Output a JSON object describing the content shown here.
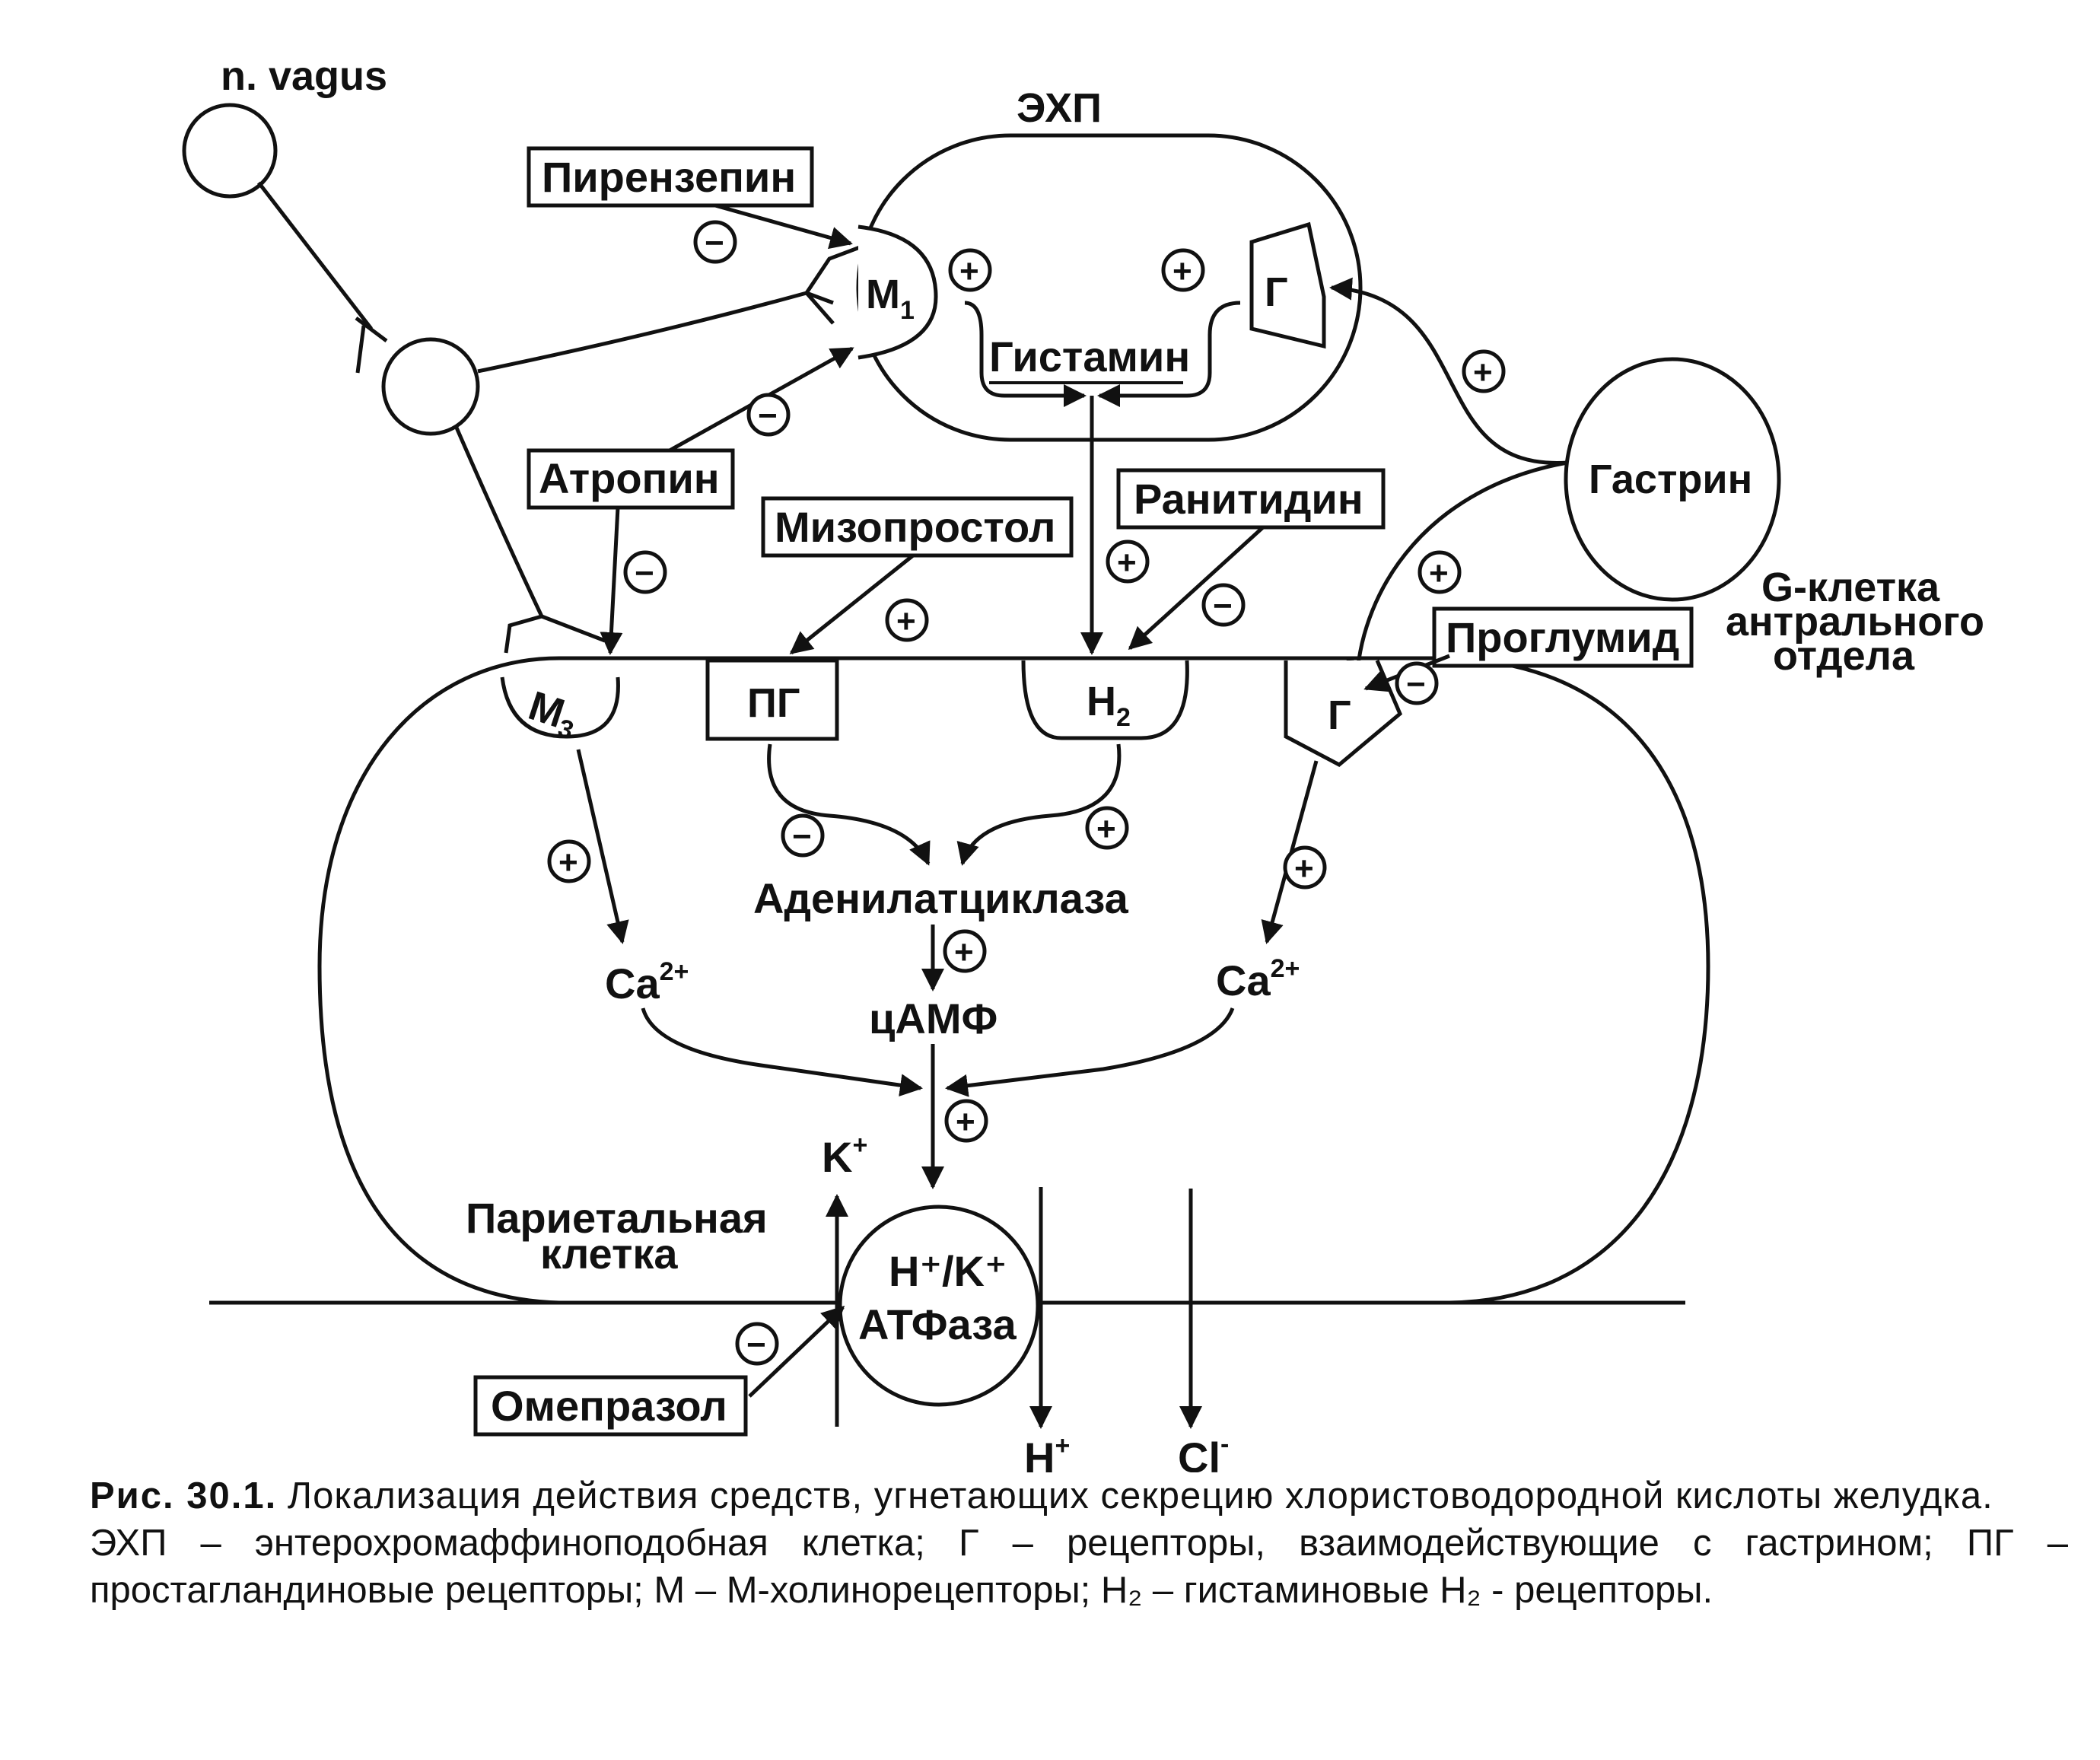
{
  "labels": {
    "n_vagus": "n. vagus",
    "ekhp": "ЭХП",
    "m1": "M",
    "m1_sub": "1",
    "g_receptor": "Г",
    "histamine": "Гистамин",
    "gastrin": "Гастрин",
    "g_cell": [
      "G-клетка",
      "антрального",
      "отдела"
    ],
    "m3": "M",
    "m3_sub": "3",
    "pg": "ПГ",
    "h2": "H",
    "h2_sub": "2",
    "g_receptor2": "Г",
    "adenylate_cyclase": "Аденилатциклаза",
    "camp": "цАМФ",
    "ca": "Ca",
    "ca_sup": "2+",
    "parietal_cell": [
      "Париетальная",
      "клетка"
    ],
    "k_ion": "K",
    "k_sup": "+",
    "atpase_line1": "H⁺/K⁺",
    "atpase_line2": "АТФаза",
    "h_ion": "H",
    "h_sup": "+",
    "cl_ion": "Cl",
    "cl_sup": "-"
  },
  "drugs": {
    "pirenzepine": "Пирензепин",
    "atropine": "Атропин",
    "misoprostol": "Мизопростол",
    "ranitidine": "Ранитидин",
    "proglumide": "Проглумид",
    "omeprazole": "Омепразол"
  },
  "signs": {
    "plus": "+",
    "minus": "−"
  },
  "caption": {
    "number": "Рис. 30.1.",
    "title": "Локализация действия средств, угнетающих секрецию хлористоводородной кислоты желудка.",
    "legend": "ЭХП – энтерохромаффиноподобная клетка; Г – рецепторы, взаимодействующие с гастрином; ПГ – простагландиновые рецепторы; М – М-холинорецепторы; H₂ – гистаминовые H₂ - рецепторы."
  }
}
